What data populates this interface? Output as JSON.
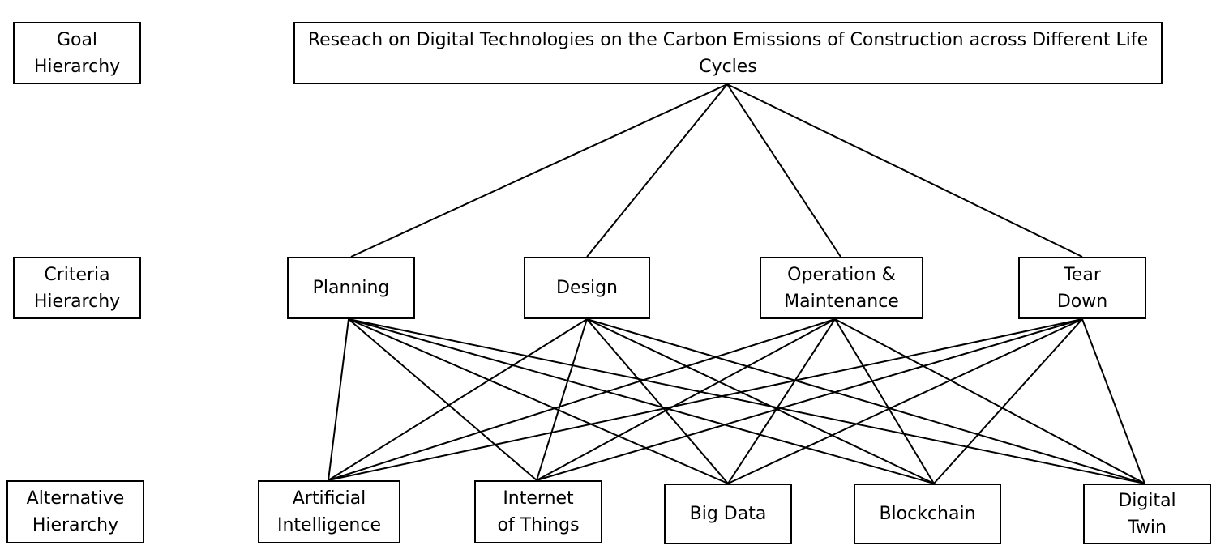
{
  "levels": {
    "goal": "Goal\nHierarchy",
    "criteria": "Criteria\nHierarchy",
    "alternative": "Alternative\nHierarchy"
  },
  "goal": "Reseach on Digital Technologies on the Carbon Emissions of Construction across Different Life Cycles",
  "criteria": [
    {
      "id": "planning",
      "label": "Planning"
    },
    {
      "id": "design",
      "label": "Design"
    },
    {
      "id": "operation-maintenance",
      "label": "Operation &\nMaintenance"
    },
    {
      "id": "tear-down",
      "label": "Tear\nDown"
    }
  ],
  "alternatives": [
    {
      "id": "artificial-intelligence",
      "label": "Artificial\nIntelligence"
    },
    {
      "id": "internet-of-things",
      "label": "Internet\nof Things"
    },
    {
      "id": "big-data",
      "label": "Big Data"
    },
    {
      "id": "blockchain",
      "label": "Blockchain"
    },
    {
      "id": "digital-twin",
      "label": "Digital\nTwin"
    }
  ],
  "connections": {
    "goal_to_criteria": "all",
    "criteria_to_alternatives": "all"
  }
}
